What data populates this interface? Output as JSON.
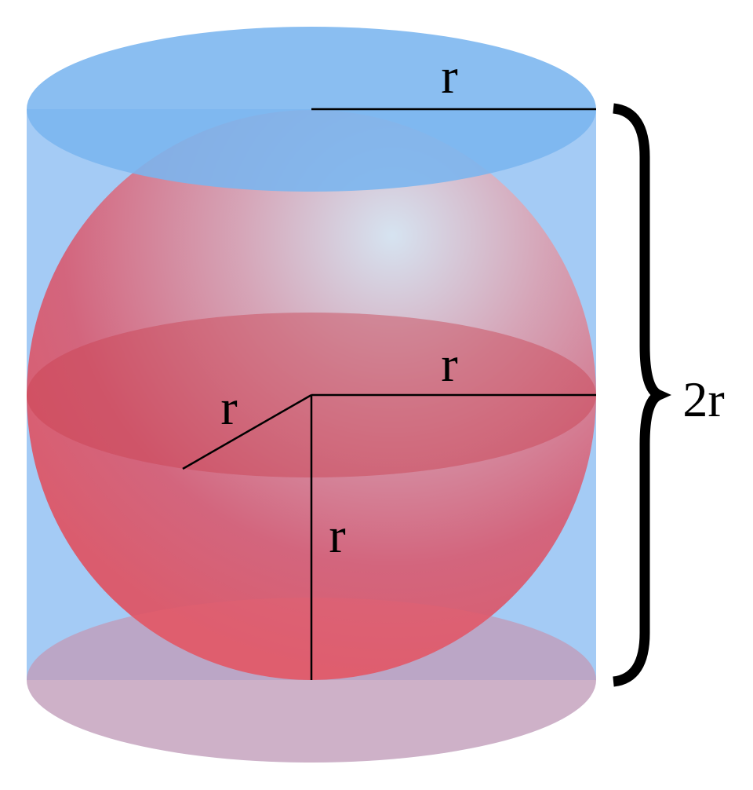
{
  "diagram": {
    "labels": {
      "top_radius": "r",
      "equator_radius": "r",
      "depth_radius": "r",
      "vertical_radius": "r",
      "height": "2r"
    },
    "colors": {
      "cylinder_body": "#a4cbf5",
      "cylinder_top": "#7ab5ef",
      "cylinder_bottom": "#c1dcf7",
      "sphere_red": "#dc4a60",
      "sphere_highlight": "#dbe6f0",
      "equator": "#c9404f"
    }
  }
}
